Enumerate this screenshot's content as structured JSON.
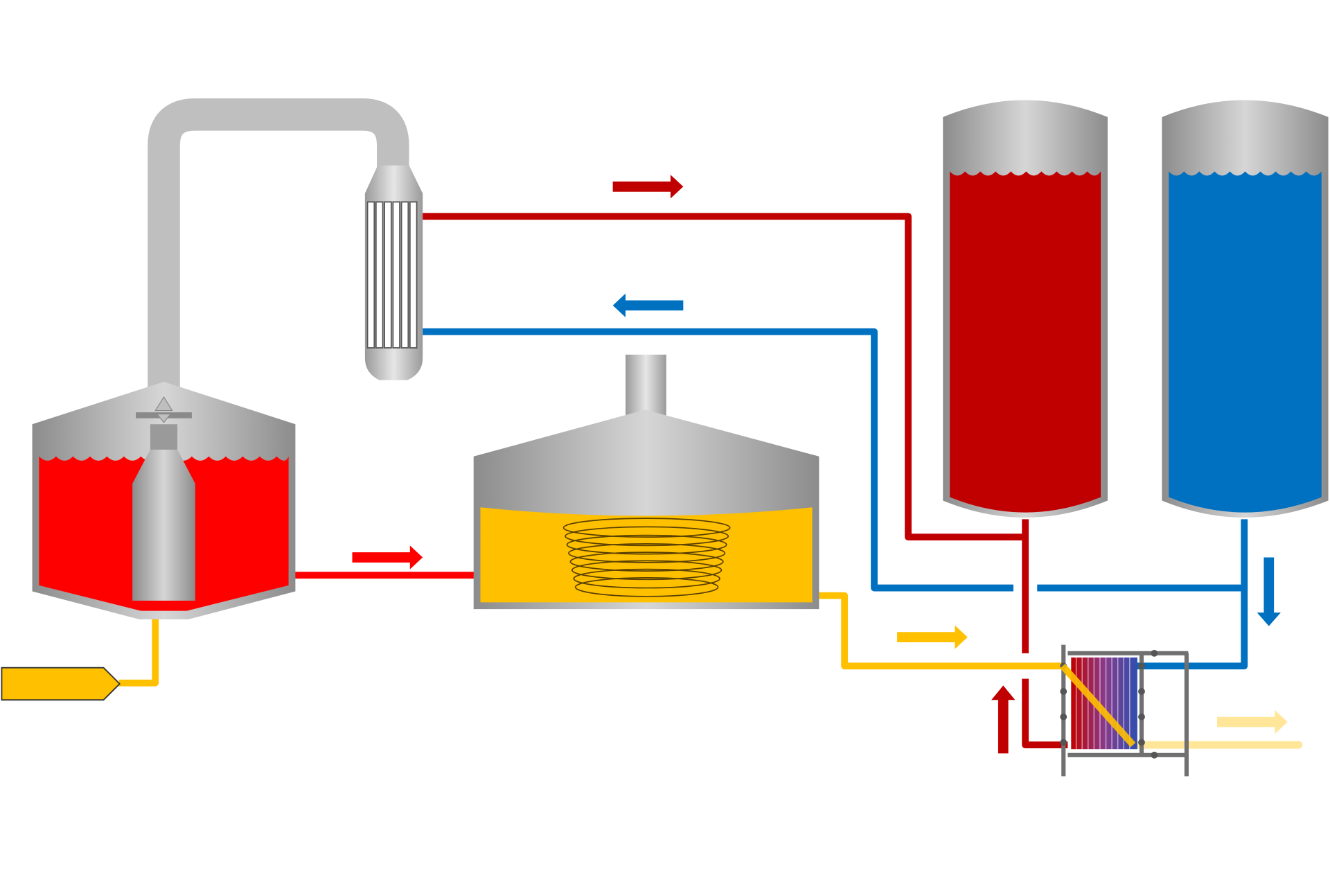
{
  "diagram": {
    "kind": "process-flow",
    "colors": {
      "hot_water": "#c00000",
      "hot_wort": "#ff0000",
      "cold_water": "#0070c0",
      "wort": "#ffc000",
      "cooled_wort": "#ffe699",
      "steel_light": "#d9d9d9",
      "steel_mid": "#a6a6a6",
      "steel_dark": "#808080",
      "vapour_pipe": "#bfbfbf"
    },
    "components": [
      "wort-kettle",
      "vapour-pipe",
      "vapour-condenser",
      "whirlpool-tun",
      "hot-water-tank",
      "cold-water-tank",
      "plate-heat-exchanger",
      "wort-inlet"
    ],
    "flows": [
      {
        "id": "hot-water-to-tank",
        "direction": "right",
        "color": "hot_water"
      },
      {
        "id": "cold-water-to-condenser",
        "direction": "left",
        "color": "cold_water"
      },
      {
        "id": "wort-to-whirlpool",
        "direction": "right",
        "color": "hot_wort"
      },
      {
        "id": "wort-to-heat-exchanger",
        "direction": "right",
        "color": "wort"
      },
      {
        "id": "cold-water-down",
        "direction": "down",
        "color": "cold_water"
      },
      {
        "id": "hot-water-up",
        "direction": "up",
        "color": "hot_water"
      },
      {
        "id": "cooled-wort-out",
        "direction": "right",
        "color": "cooled_wort"
      }
    ]
  }
}
